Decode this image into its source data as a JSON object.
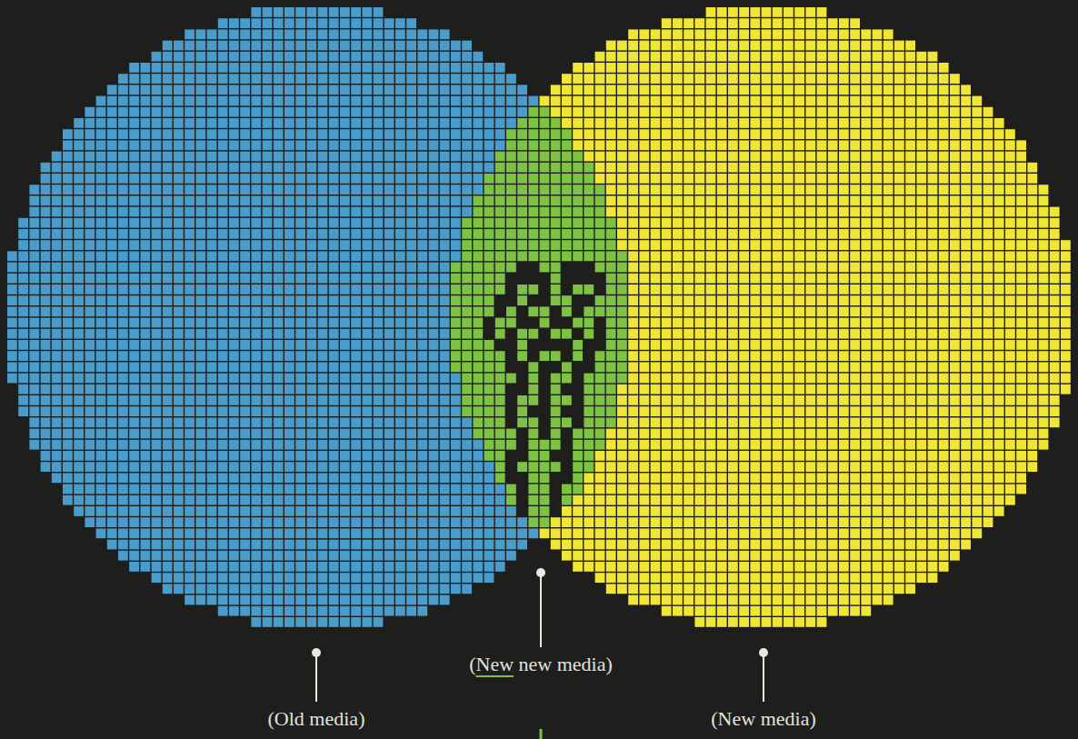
{
  "diagram": {
    "labels": [
      "(Old media)",
      "(New new media)",
      "(New media)"
    ]
  }
}
